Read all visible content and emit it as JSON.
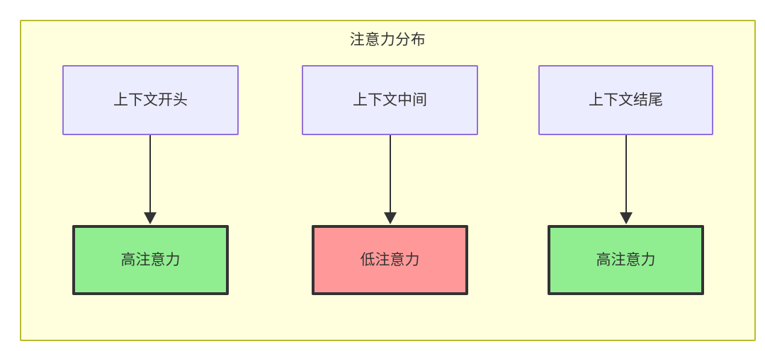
{
  "diagram": {
    "title": "注意力分布",
    "colors": {
      "container_fill": "#ffffde",
      "container_border": "#bbbb2e",
      "context_fill": "#ececff",
      "context_border": "#9370db",
      "high_attention_fill": "#90ee90",
      "low_attention_fill": "#ff9999",
      "emphasis_border": "#333333",
      "text": "#333333",
      "edge": "#333333"
    },
    "columns": [
      {
        "id": "start",
        "source": {
          "label": "上下文开头",
          "style": "context"
        },
        "target": {
          "label": "高注意力",
          "style": "high-attention"
        }
      },
      {
        "id": "middle",
        "source": {
          "label": "上下文中间",
          "style": "context"
        },
        "target": {
          "label": "低注意力",
          "style": "low-attention"
        }
      },
      {
        "id": "end",
        "source": {
          "label": "上下文结尾",
          "style": "context"
        },
        "target": {
          "label": "高注意力",
          "style": "high-attention"
        }
      }
    ],
    "edges": [
      {
        "from": "上下文开头",
        "to": "高注意力",
        "label": "",
        "arrow": "filled-triangle"
      },
      {
        "from": "上下文中间",
        "to": "低注意力",
        "label": "",
        "arrow": "filled-triangle"
      },
      {
        "from": "上下文结尾",
        "to": "高注意力",
        "label": "",
        "arrow": "filled-triangle"
      }
    ]
  }
}
